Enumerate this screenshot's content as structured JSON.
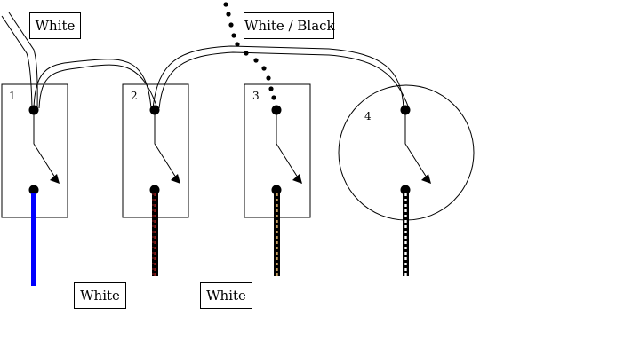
{
  "labels": {
    "top_left": "White",
    "top_middle": "White / Black",
    "bottom_left": "White",
    "bottom_middle": "White"
  },
  "devices": [
    {
      "number": "1",
      "shape": "square-box"
    },
    {
      "number": "2",
      "shape": "square-box"
    },
    {
      "number": "3",
      "shape": "square-box"
    },
    {
      "number": "4",
      "shape": "circle"
    }
  ],
  "colors": {
    "line": "#000000",
    "blue_wire": "#0000ff",
    "dark_red_wire": "#8b1a1a",
    "tan_wire": "#c8a060",
    "background": "#ffffff"
  }
}
